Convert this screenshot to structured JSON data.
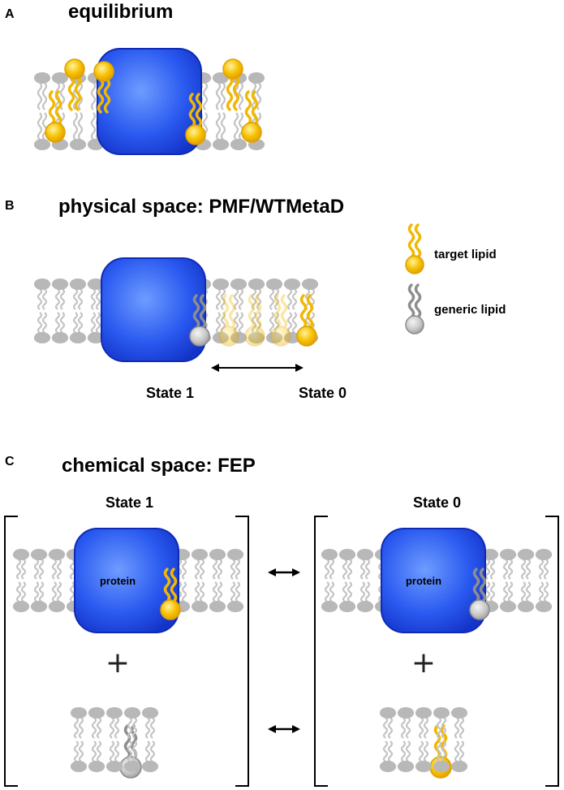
{
  "panel_a": {
    "letter": "A",
    "title": "equilibrium"
  },
  "panel_b": {
    "letter": "B",
    "title": "physical space: PMF/WTMetaD",
    "state_left": "State 1",
    "state_right": "State 0",
    "legend_target": "target lipid",
    "legend_generic": "generic lipid"
  },
  "panel_c": {
    "letter": "C",
    "title": "chemical space: FEP",
    "state_left": "State 1",
    "state_right": "State 0",
    "protein_label_left": "protein",
    "protein_label_right": "protein",
    "plus_left": "+",
    "plus_right": "+"
  },
  "colors": {
    "protein": "#1a4fe0",
    "target_lipid": "#f2b800",
    "generic_lipid": "#b5b5b5"
  }
}
